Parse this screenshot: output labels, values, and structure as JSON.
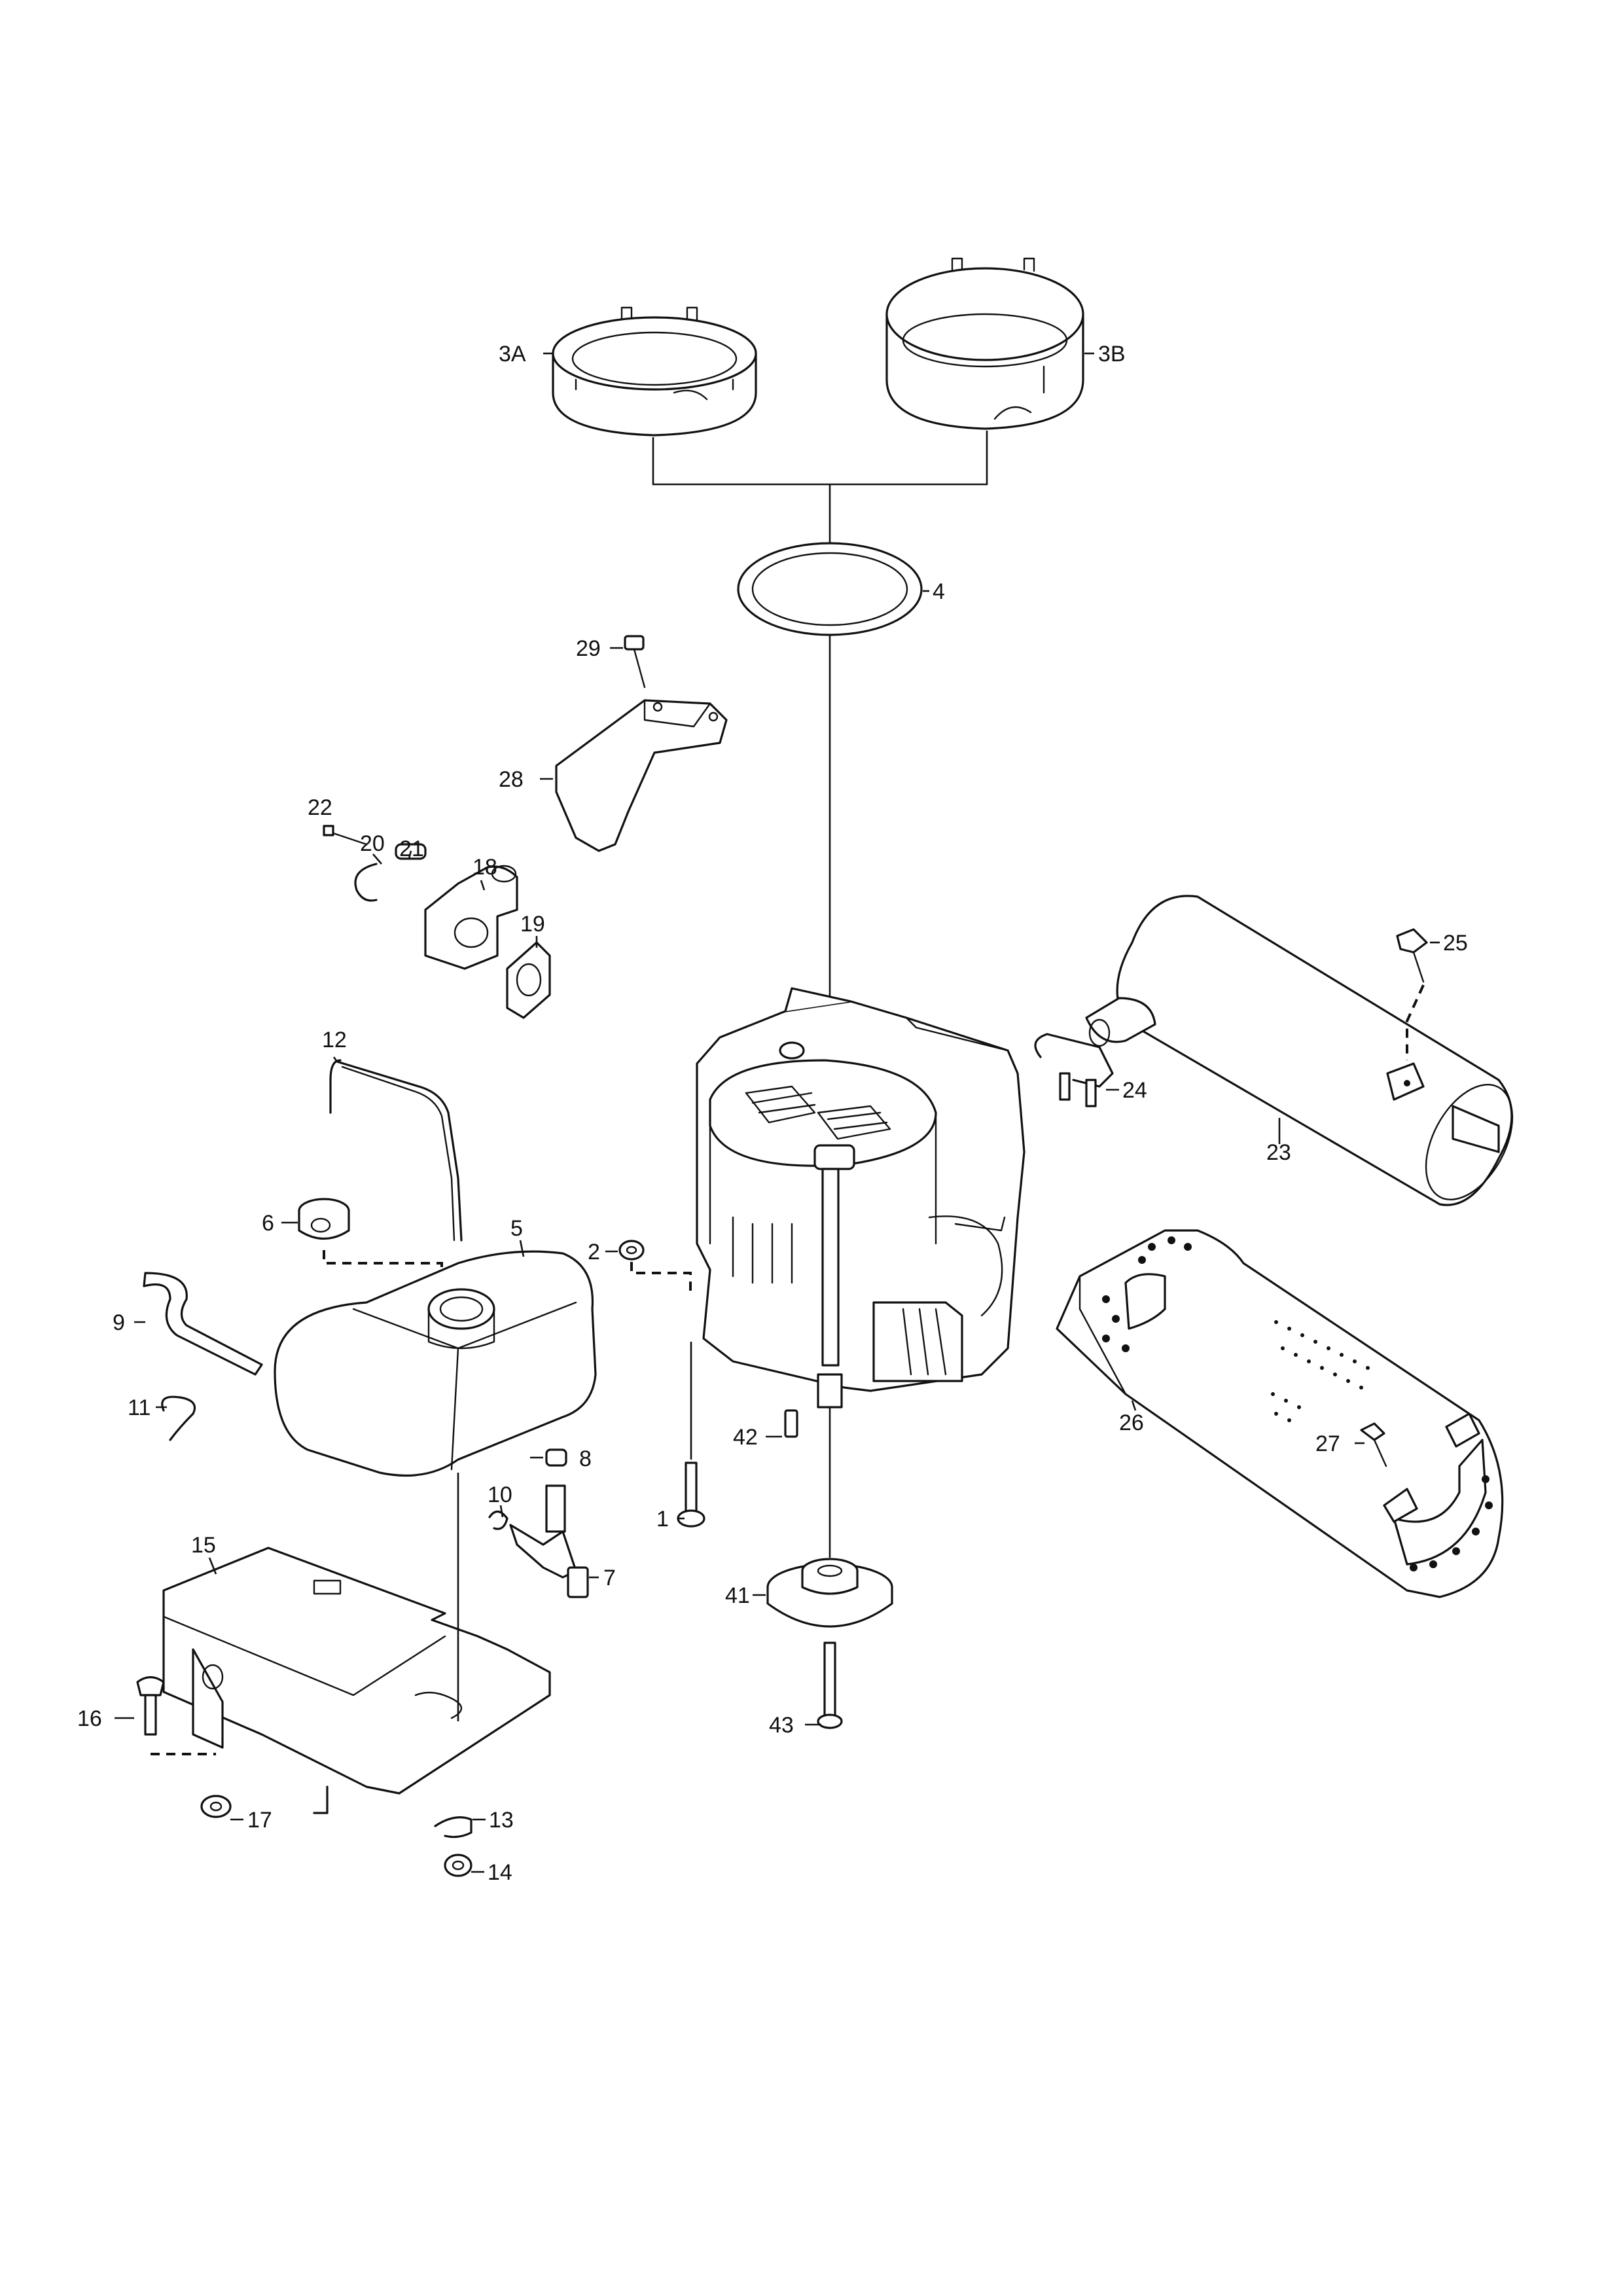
{
  "callouts": {
    "c1": "1",
    "c2": "2",
    "c3a": "3A",
    "c3b": "3B",
    "c4": "4",
    "c5": "5",
    "c6": "6",
    "c7": "7",
    "c8": "8",
    "c9": "9",
    "c10": "10",
    "c11": "11",
    "c12": "12",
    "c13": "13",
    "c14": "14",
    "c15": "15",
    "c16": "16",
    "c17": "17",
    "c18": "18",
    "c19": "19",
    "c20": "20",
    "c21": "21",
    "c22": "22",
    "c23": "23",
    "c24": "24",
    "c25": "25",
    "c26": "26",
    "c27": "27",
    "c28": "28",
    "c29": "29",
    "c41": "41",
    "c42": "42",
    "c43": "43"
  },
  "colors": {
    "ink": "#111111",
    "paper": "#ffffff"
  }
}
